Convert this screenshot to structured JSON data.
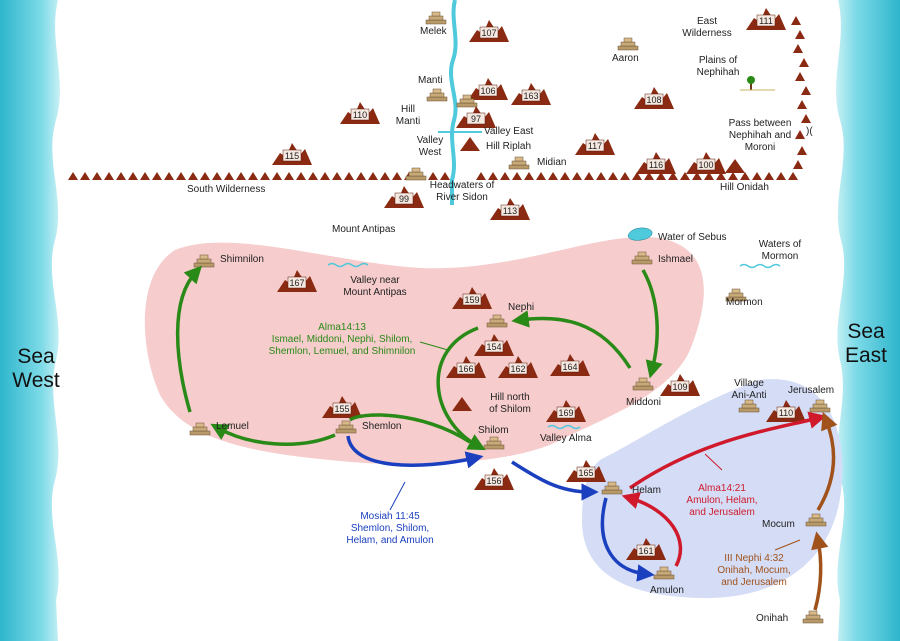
{
  "seas": {
    "west": [
      "Sea",
      "West"
    ],
    "east": [
      "Sea",
      "East"
    ]
  },
  "places": {
    "melek": "Melek",
    "east_wilderness": [
      "East",
      "Wilderness"
    ],
    "aaron": "Aaron",
    "plains_nephihah": [
      "Plains of",
      "Nephihah"
    ],
    "manti": "Manti",
    "hill_manti": [
      "Hill",
      "Manti"
    ],
    "valley_west": [
      "Valley",
      "West"
    ],
    "valley_east": "Valley East",
    "hill_riplah": "Hill Riplah",
    "midian": "Midian",
    "pass": [
      "Pass between",
      "Nephihah and",
      "Moroni"
    ],
    "south_wilderness": "South Wilderness",
    "headwaters": [
      "Headwaters of",
      "River Sidon"
    ],
    "hill_onidah": "Hill Onidah",
    "mount_antipas": "Mount Antipas",
    "water_sebus": "Water of Sebus",
    "waters_mormon": [
      "Waters of",
      "Mormon"
    ],
    "shimnilon": "Shimnilon",
    "valley_antipas": [
      "Valley near",
      "Mount Antipas"
    ],
    "ishmael": "Ishmael",
    "nephi": "Nephi",
    "mormon": "Mormon",
    "lemuel": "Lemuel",
    "shemlon": "Shemlon",
    "hill_north_shilom": [
      "Hill north",
      "of Shilom"
    ],
    "shilom": "Shilom",
    "valley_alma": "Valley Alma",
    "middoni": "Middoni",
    "village_ani_anti": [
      "Village",
      "Ani-Anti"
    ],
    "jerusalem": "Jerusalem",
    "helam": "Helam",
    "mocum": "Mocum",
    "amulon": "Amulon",
    "onihah": "Onihah"
  },
  "annotations": {
    "alma14_13": {
      "lines": [
        "Alma14:13",
        "Ismael, Middoni, Nephi, Shilom,",
        "Shemlon, Lemuel, and Shimnilon"
      ],
      "color": "#2a8a17"
    },
    "mosiah11_45": {
      "lines": [
        "Mosiah 11:45",
        "Shemlon, Shilom,",
        "Helam, and Amulon"
      ],
      "color": "#1a3fbf"
    },
    "alma14_21": {
      "lines": [
        "Alma14:21",
        "Amulon, Helam,",
        "and Jerusalem"
      ],
      "color": "#d01a2c"
    },
    "nephi4_32": {
      "lines": [
        "III Nephi 4:32",
        "Onihah, Mocum,",
        "and Jerusalem"
      ],
      "color": "#a0521a"
    }
  },
  "mountain_numbers": [
    "107",
    "111",
    "106",
    "163",
    "97",
    "108",
    "110",
    "117",
    "115",
    "116",
    "100",
    "99",
    "113",
    "167",
    "159",
    "154",
    "166",
    "162",
    "164",
    "109",
    "155",
    "169",
    "110",
    "165",
    "156",
    "161"
  ],
  "colors": {
    "sea": "#4fc9dc",
    "sea_light": "#c8f0f5",
    "pink": "#f6cccc",
    "blue_region": "#d4dcf6",
    "mountain": "#8a2a12",
    "green": "#2a8a17",
    "blue": "#1a3fbf",
    "red": "#d01a2c",
    "brown": "#a0521a"
  }
}
